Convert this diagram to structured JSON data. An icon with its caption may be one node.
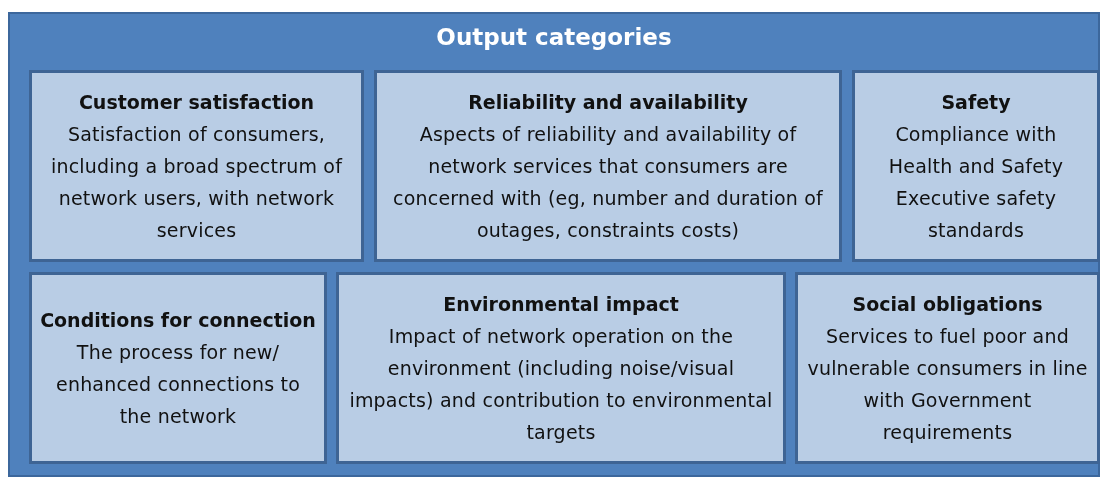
{
  "diagram": {
    "nodes": [
      {
        "text": [
          "Output categories"
        ]
      },
      {
        "text": [
          "Customer satisfaction",
          "Satisfaction of consumers, including a broad spectrum of network users, with network services"
        ],
        "in": 0
      },
      {
        "text": [
          "Reliability and availability",
          "Aspects of reliability and availability of network services that consumers are concerned with (eg, number and duration of outages, constraints costs)"
        ],
        "in": 0
      },
      {
        "text": [
          "Safety",
          "Compliance with Health and Safety Executive safety standards"
        ],
        "in": 0
      },
      {
        "text": [
          "Conditions for connection",
          "The process for new/ enhanced connections to the network"
        ],
        "in": 0
      },
      {
        "text": [
          "Environmental impact",
          "Impact of network operation on the environment (including noise/visual impacts) and contribution to environmental targets"
        ],
        "in": 0
      },
      {
        "text": [
          "Social obligations",
          "Services to fuel poor and vulnerable consumers in line with Government requirements"
        ],
        "in": 0
      }
    ]
  }
}
